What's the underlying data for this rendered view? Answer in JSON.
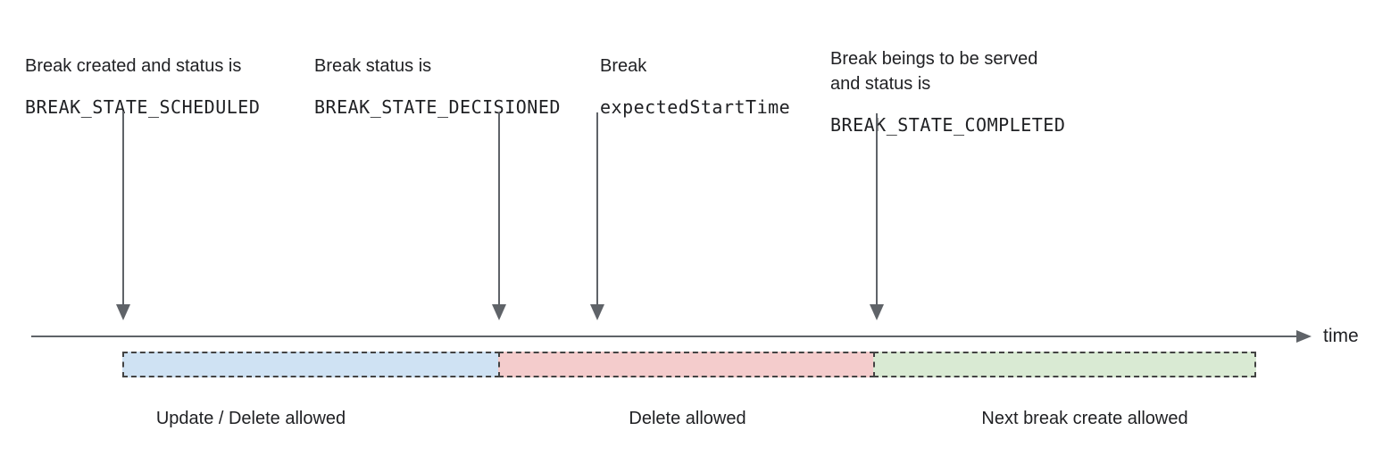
{
  "annotations": [
    {
      "text": "Break created and status is",
      "code": "BREAK_STATE_SCHEDULED"
    },
    {
      "text": "Break status is",
      "code": "BREAK_STATE_DECISIONED"
    },
    {
      "text": "Break",
      "code": "expectedStartTime"
    },
    {
      "text": "Break beings to be served\nand status is",
      "code": "BREAK_STATE_COMPLETED"
    }
  ],
  "timeline": {
    "axis_label": "time"
  },
  "segments": [
    {
      "label": "Update / Delete allowed",
      "fill": "#cfe2f3"
    },
    {
      "label": "Delete allowed",
      "fill": "#f4cccc"
    },
    {
      "label": "Next break create allowed",
      "fill": "#d9ead3"
    }
  ],
  "colors": {
    "segment_blue": "#cfe2f3",
    "segment_red": "#f4cccc",
    "segment_green": "#d9ead3",
    "arrow_and_axis": "#5f6368",
    "dashed_border": "#434343",
    "text": "#202124"
  }
}
